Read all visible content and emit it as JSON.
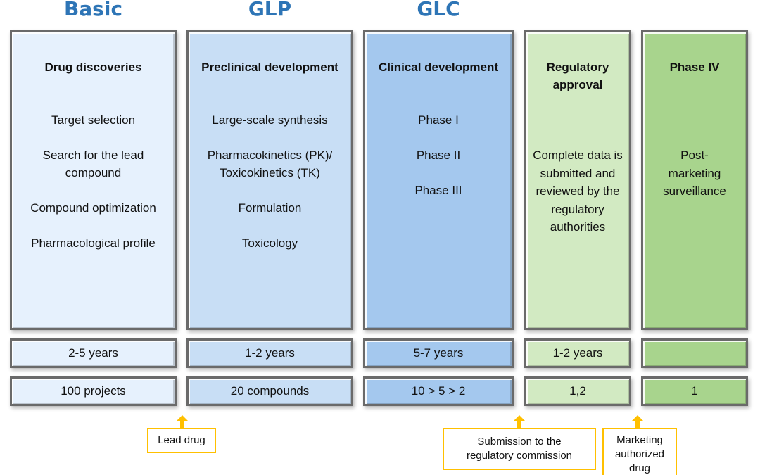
{
  "headers": [
    "Basic",
    "GLP",
    "GLC"
  ],
  "columns": [
    {
      "title": "Drug discoveries",
      "items": [
        "Target selection",
        "Search for the lead compound",
        "Compound optimization",
        "Pharmacological profile"
      ],
      "duration": "2-5 years",
      "count": "100 projects"
    },
    {
      "title": "Preclinical development",
      "items": [
        "Large-scale synthesis",
        "Pharmacokinetics (PK)/ Toxicokinetics (TK)",
        "Formulation",
        "Toxicology"
      ],
      "duration": "1-2 years",
      "count": "20 compounds"
    },
    {
      "title": "Clinical development",
      "items": [
        "Phase I",
        "Phase II",
        "Phase III"
      ],
      "duration": "5-7 years",
      "count": "10 > 5 > 2"
    },
    {
      "title": "Regulatory approval",
      "text": "Complete data is submitted and reviewed by the regulatory authorities",
      "duration": "1-2 years",
      "count": "1,2"
    },
    {
      "title": "Phase IV",
      "text": "Post-marketing surveillance",
      "duration": "",
      "count": "1"
    }
  ],
  "callouts": {
    "lead_drug": "Lead drug",
    "submission": "Submission to the regulatory commission",
    "marketing": "Marketing authorized drug"
  },
  "colors": {
    "header": "#2e75b6",
    "col1": "#e6f1fd",
    "col2": "#c8def5",
    "col3": "#a4c8ee",
    "col4": "#d2eac2",
    "col5": "#a8d48d",
    "callout_border": "#ffc000"
  }
}
